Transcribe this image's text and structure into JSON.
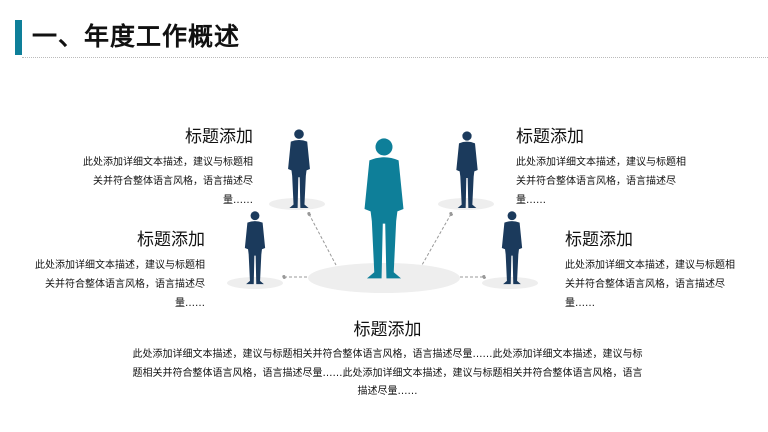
{
  "header": {
    "title": "一、年度工作概述"
  },
  "colors": {
    "accent": "#0e7f99",
    "figure": "#1b3a5c"
  },
  "blocks": {
    "top_left": {
      "title": "标题添加",
      "body": "此处添加详细文本描述，建议与标题相关并符合整体语言风格，语言描述尽量……"
    },
    "top_right": {
      "title": "标题添加",
      "body": "此处添加详细文本描述，建议与标题相关并符合整体语言风格，语言描述尽量……"
    },
    "mid_left": {
      "title": "标题添加",
      "body": "此处添加详细文本描述，建议与标题相关并符合整体语言风格，语言描述尽量……"
    },
    "mid_right": {
      "title": "标题添加",
      "body": "此处添加详细文本描述，建议与标题相关并符合整体语言风格，语言描述尽量……"
    },
    "bottom": {
      "title": "标题添加",
      "body": "此处添加详细文本描述，建议与标题相关并符合整体语言风格，语言描述尽量……此处添加详细文本描述，建议与标题相关并符合整体语言风格，语言描述尽量……此处添加详细文本描述，建议与标题相关并符合整体语言风格，语言描述尽量……"
    }
  }
}
